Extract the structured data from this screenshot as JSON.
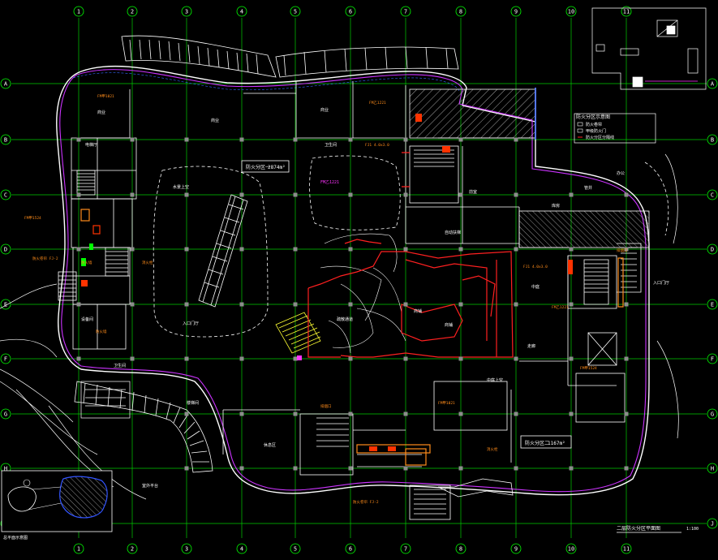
{
  "axes": {
    "columns": [
      "1",
      "2",
      "3",
      "4",
      "5",
      "6",
      "7",
      "8",
      "9",
      "10",
      "11"
    ],
    "rows": [
      "A",
      "B",
      "C",
      "D",
      "E",
      "F",
      "G",
      "H",
      "J"
    ]
  },
  "zones": [
    {
      "label": "防火分区一",
      "area": "2874m²"
    },
    {
      "label": "防火分区二",
      "area": "1167m²"
    }
  ],
  "legend": {
    "title": "防火分区示意图",
    "items": [
      {
        "label": "防火卷帘"
      },
      {
        "label": "甲级防火门"
      },
      {
        "label": "防火分区分隔线"
      }
    ]
  },
  "drawing_title": "二层防火分区平面图",
  "scale": "1:100",
  "keyplan_caption": "总平面示意图",
  "room_labels": [
    "商业",
    "中庭",
    "楼梯间",
    "前室",
    "电梯厅",
    "卫生间",
    "设备间",
    "走廊",
    "办公",
    "库房",
    "疏散通道",
    "管井",
    "商铺",
    "休息区",
    "中庭上空",
    "自动扶梯",
    "室外平台",
    "入口门厅",
    "水景上空"
  ],
  "orange_notes": [
    "FM甲1021",
    "FM乙1221",
    "FJ1 4.0x3.0",
    "FM甲1524",
    "防火卷帘 FJ-2",
    "消火栓",
    "防火墙",
    "排烟口"
  ],
  "colors": {
    "background": "#000000",
    "grid": "#00ff00",
    "wall": "#ffffff",
    "zone_boundary": "#ff00ff",
    "fire_door": "#ff8c1a",
    "fire_line": "#ff2020",
    "column": "#808080",
    "escalator": "#ffff00",
    "zone_hatch": "#2244ff"
  }
}
